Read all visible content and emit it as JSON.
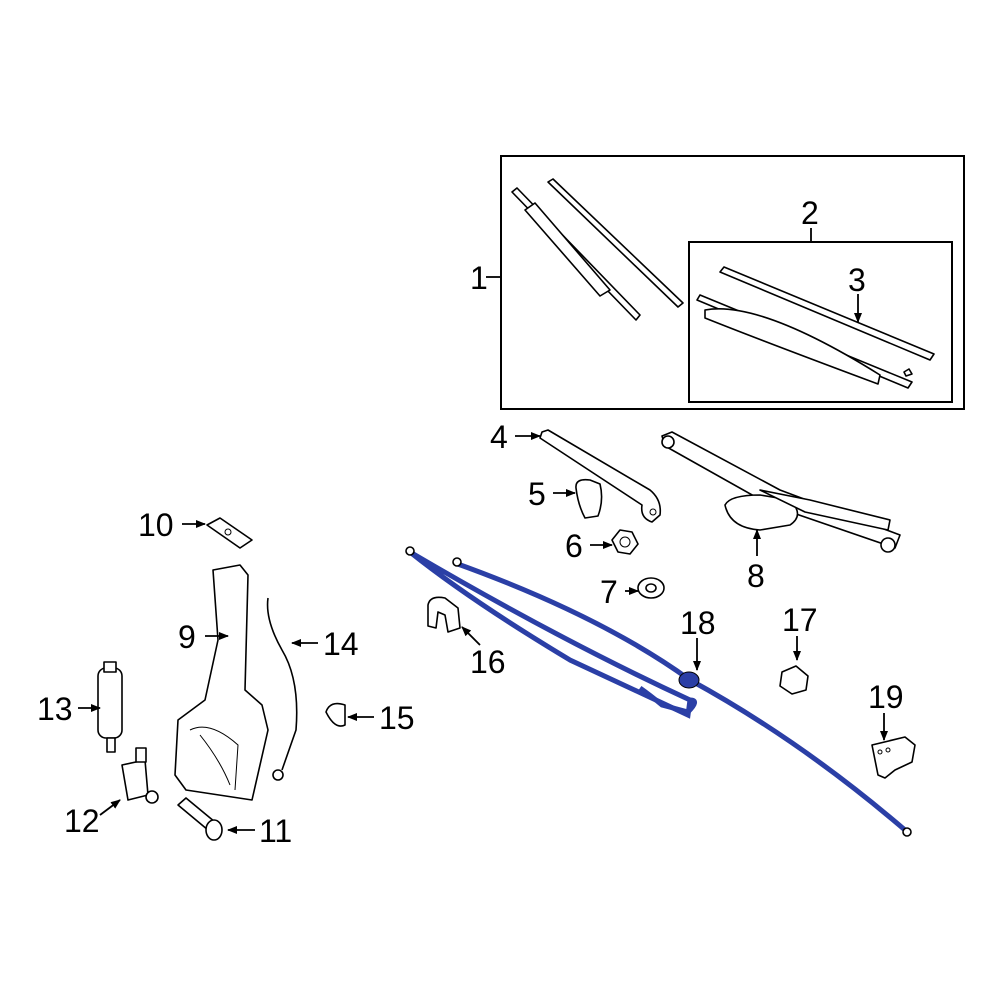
{
  "diagram": {
    "callouts": [
      {
        "id": "1",
        "label": "1"
      },
      {
        "id": "2",
        "label": "2"
      },
      {
        "id": "3",
        "label": "3"
      },
      {
        "id": "4",
        "label": "4"
      },
      {
        "id": "5",
        "label": "5"
      },
      {
        "id": "6",
        "label": "6"
      },
      {
        "id": "7",
        "label": "7"
      },
      {
        "id": "8",
        "label": "8"
      },
      {
        "id": "9",
        "label": "9"
      },
      {
        "id": "10",
        "label": "10"
      },
      {
        "id": "11",
        "label": "11"
      },
      {
        "id": "12",
        "label": "12"
      },
      {
        "id": "13",
        "label": "13"
      },
      {
        "id": "14",
        "label": "14"
      },
      {
        "id": "15",
        "label": "15"
      },
      {
        "id": "16",
        "label": "16"
      },
      {
        "id": "17",
        "label": "17"
      },
      {
        "id": "18",
        "label": "18"
      },
      {
        "id": "19",
        "label": "19"
      }
    ],
    "colors": {
      "highlight_hose": "#2b3fa6",
      "line": "#000000",
      "background": "#ffffff"
    }
  }
}
